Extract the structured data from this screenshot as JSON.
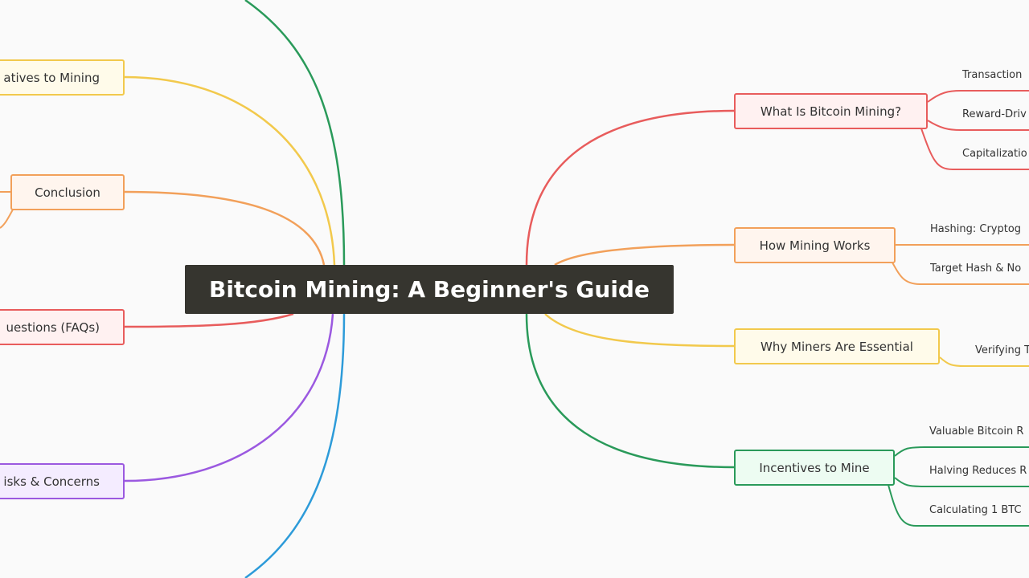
{
  "root": {
    "title": "Bitcoin Mining: A Beginner's Guide"
  },
  "colors": {
    "red": "#e85c5c",
    "orange": "#f2a05a",
    "yellow": "#f2c94c",
    "green": "#2a9a5a",
    "purple": "#9b59e0",
    "blue": "#2d9bd9"
  },
  "right_topics": [
    {
      "label": "What Is Bitcoin Mining?",
      "children": [
        "Transaction",
        "Reward-Driv",
        "Capitalizatio"
      ]
    },
    {
      "label": "How Mining Works",
      "children": [
        "Hashing: Cryptog",
        "Target Hash & No"
      ]
    },
    {
      "label": "Why Miners Are Essential",
      "children": [
        "Verifying T"
      ]
    },
    {
      "label": "Incentives to Mine",
      "children": [
        "Valuable Bitcoin R",
        "Halving Reduces R",
        "Calculating 1 BTC"
      ]
    }
  ],
  "left_topics": [
    {
      "label": "atives to Mining"
    },
    {
      "label": "Conclusion"
    },
    {
      "label": "uestions (FAQs)"
    },
    {
      "label": "isks & Concerns"
    }
  ]
}
